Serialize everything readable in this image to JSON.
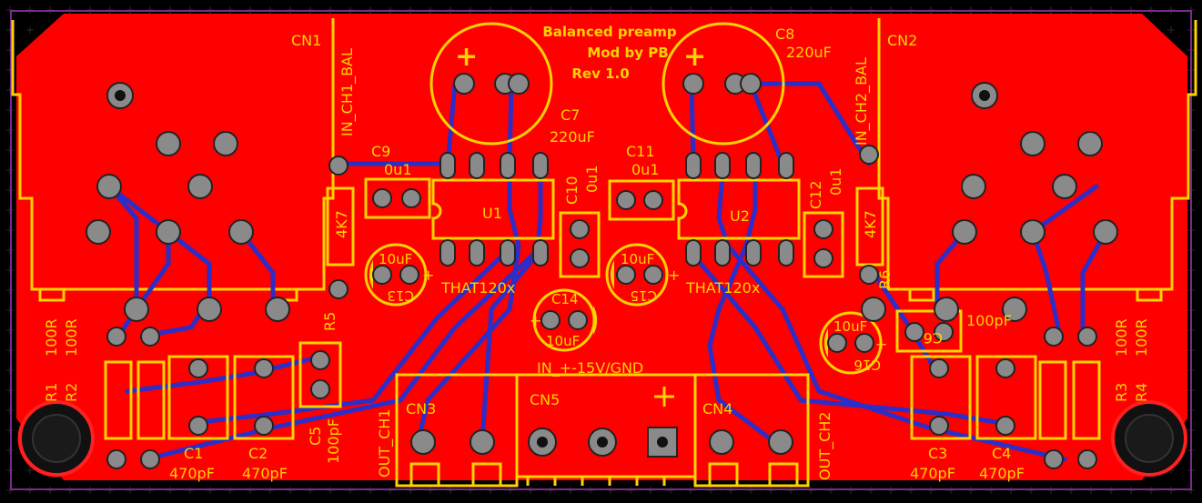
{
  "board": {
    "title_line1": "Balanced preamp",
    "title_line2": "Mod by PB",
    "title_line3": "Rev 1.0"
  },
  "labels": {
    "cn1": "CN1",
    "cn2": "CN2",
    "cn3": "CN3",
    "cn4": "CN4",
    "cn5": "CN5",
    "in_ch1": "IN_CH1_BAL",
    "in_ch2": "IN_CH2_BAL",
    "out_ch1": "OUT_CH1",
    "out_ch2": "OUT_CH2",
    "power_in": "IN_+-15V/GND",
    "c7": "C7",
    "c7_val": "220uF",
    "c8": "C8",
    "c8_val": "220uF",
    "c9": "C9",
    "c9_val": "0u1",
    "c10": "C10",
    "c10_val": "0u1",
    "c11": "C11",
    "c11_val": "0u1",
    "c12": "C12",
    "c12_val": "0u1",
    "c13": "C13",
    "c13_val": "10uF",
    "c14": "C14",
    "c14_val": "10uF",
    "c15": "C15",
    "c15_val": "10uF",
    "c16": "C16",
    "c16_val": "10uF",
    "u1": "U1",
    "u1_val": "THAT120x",
    "u2": "U2",
    "u2_val": "THAT120x",
    "r5": "R5",
    "r5_val": "4K7",
    "r6": "R6",
    "r6_val": "4K7",
    "r1": "R1",
    "r1_val": "100R",
    "r2": "R2",
    "r2_val": "100R",
    "r3": "R3",
    "r3_val": "100R",
    "r4": "R4",
    "r4_val": "100R",
    "c1": "C1",
    "c1_val": "470pF",
    "c2": "C2",
    "c2_val": "470pF",
    "c3": "C3",
    "c3_val": "470pF",
    "c4": "C4",
    "c4_val": "470pF",
    "c5": "C5",
    "c5_val": "100pF",
    "c6": "C6",
    "c6_val": "100pF",
    "plus": "+"
  },
  "colors": {
    "background": "#000000",
    "copper": "#ff0000",
    "silkscreen": "#ffd200",
    "trace": "#2d2dc8",
    "pad": "#8a8a8a",
    "outline": "#7a2a8a"
  }
}
